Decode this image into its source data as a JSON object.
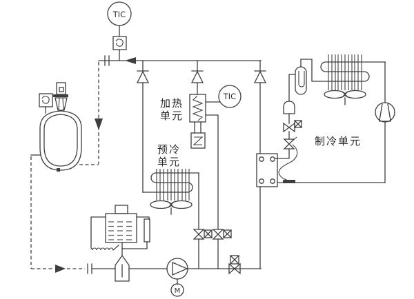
{
  "instruments": {
    "tic_main": "TIC",
    "tic_heater": "TIC",
    "pump_motor": "M"
  },
  "units": {
    "heating": [
      "加热",
      "单元"
    ],
    "precooling": [
      "预冷",
      "单元"
    ],
    "refrigeration": "制冷单元"
  },
  "colors": {
    "line": "#3d3d3d",
    "background": "#ffffff"
  }
}
